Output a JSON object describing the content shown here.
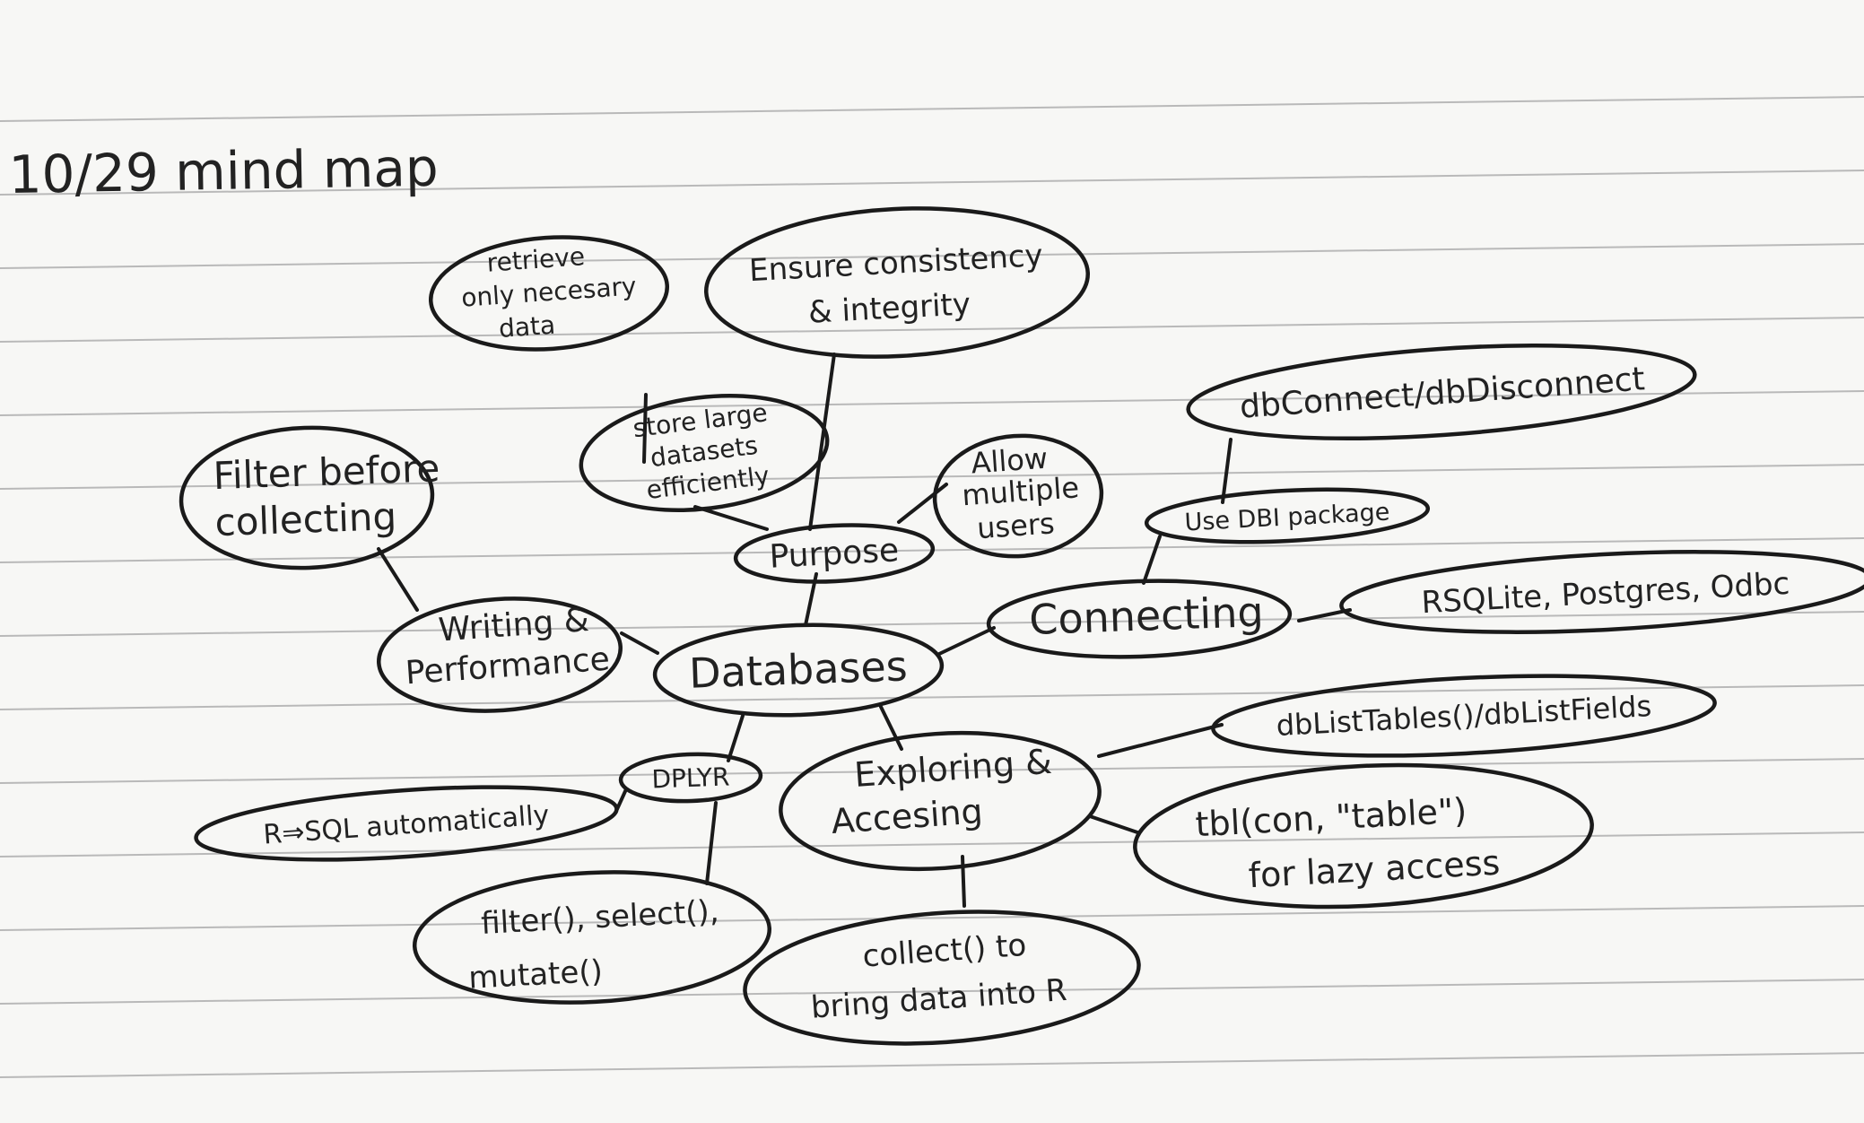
{
  "title": "10/29 mind map",
  "nodes": {
    "center": "Databases",
    "purpose": "Purpose",
    "store": [
      "store large",
      "datasets",
      "efficiently"
    ],
    "retrieve": [
      "retrieve",
      "only necesary",
      "data"
    ],
    "ensure": [
      "Ensure consistency",
      "& integrity"
    ],
    "allow": [
      "Allow",
      "multiple",
      "users"
    ],
    "writing": [
      "Writing &",
      "Performance"
    ],
    "filter_before": [
      "Filter before",
      "collecting"
    ],
    "connecting": "Connecting",
    "dbi": "Use DBI package",
    "dbconnect": "dbConnect/dbDisconnect",
    "rsqlite": "RSQLite, Postgres, Odbc",
    "exploring": [
      "Exploring &",
      "Accesing"
    ],
    "dblist": "dbListTables()/dbListFields",
    "tbl": [
      "tbl(con, \"table\")",
      "for lazy access"
    ],
    "collect": [
      "collect() to",
      "bring data into R"
    ],
    "dplyr": "DPLYR",
    "r_sql": "R⇒SQL automatically",
    "filter_fns": [
      "filter(), select(),",
      "mutate()"
    ]
  }
}
